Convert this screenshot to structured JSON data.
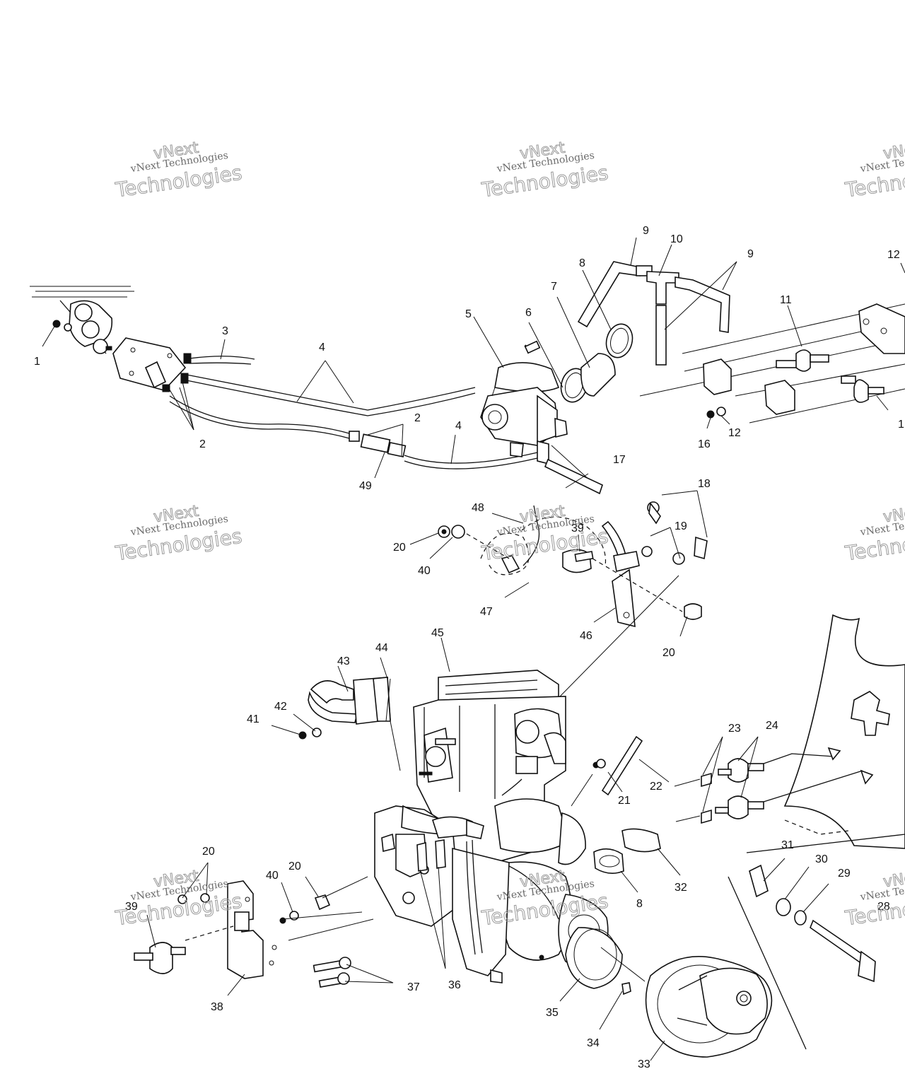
{
  "watermark": {
    "brand": "vNext",
    "line": "vNext Technologies",
    "outline": "Technologies"
  },
  "callouts": {
    "c1": "1",
    "c2a": "2",
    "c2b": "2",
    "c3": "3",
    "c4a": "4",
    "c4b": "4",
    "c5": "5",
    "c6": "6",
    "c7": "7",
    "c8a": "8",
    "c8b": "8",
    "c9a": "9",
    "c9b": "9",
    "c10": "10",
    "c11": "11",
    "c12a": "12",
    "c12b": "12",
    "c1x": "1",
    "c16": "16",
    "c17": "17",
    "c18": "18",
    "c19": "19",
    "c20a": "20",
    "c20b": "20",
    "c20c": "20",
    "c20d": "20",
    "c21": "21",
    "c22": "22",
    "c23": "23",
    "c24": "24",
    "c28": "28",
    "c29": "29",
    "c30": "30",
    "c31": "31",
    "c32": "32",
    "c33": "33",
    "c34": "34",
    "c35": "35",
    "c36": "36",
    "c37": "37",
    "c38": "38",
    "c39a": "39",
    "c39b": "39",
    "c40a": "40",
    "c40b": "40",
    "c41": "41",
    "c42": "42",
    "c43": "43",
    "c44": "44",
    "c45": "45",
    "c46": "46",
    "c47": "47",
    "c48": "48",
    "c49": "49"
  }
}
